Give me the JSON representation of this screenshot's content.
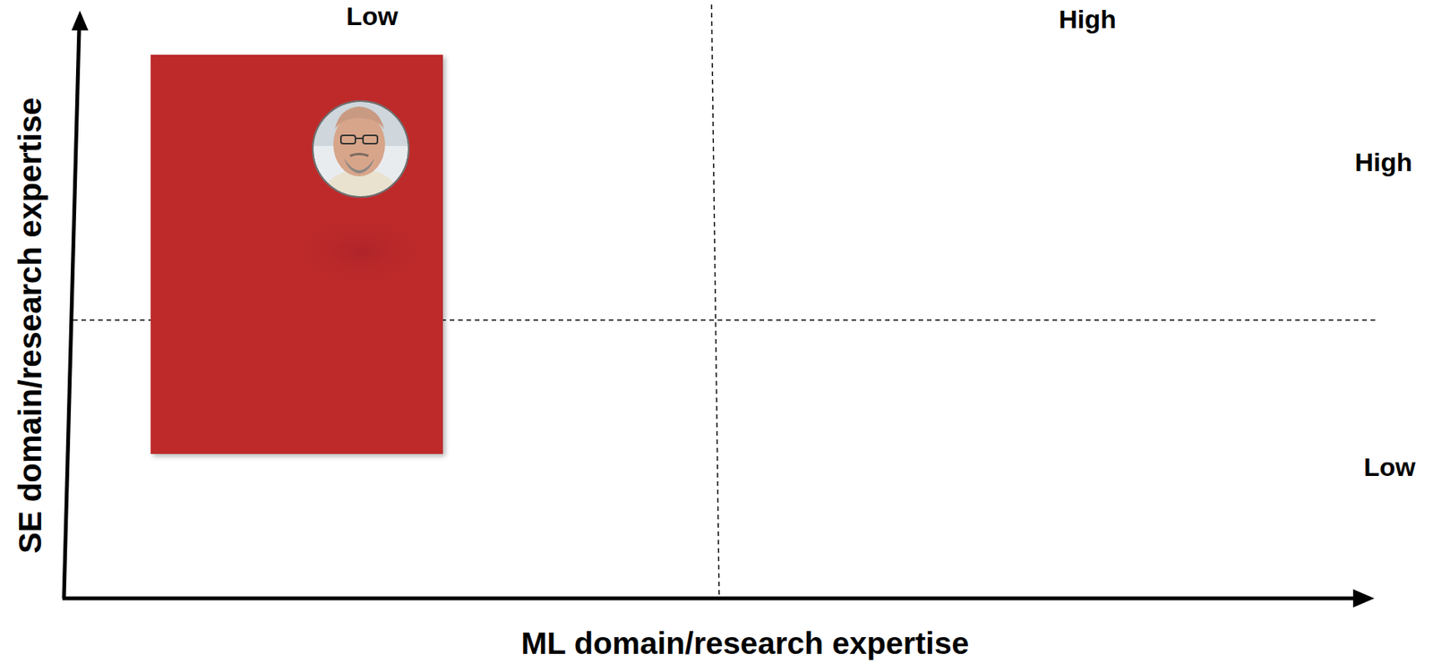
{
  "diagram": {
    "labels": [
      "Low",
      "High",
      "High",
      "Low",
      "SE domain/research expertise",
      "ML domain/research expertise"
    ]
  }
}
